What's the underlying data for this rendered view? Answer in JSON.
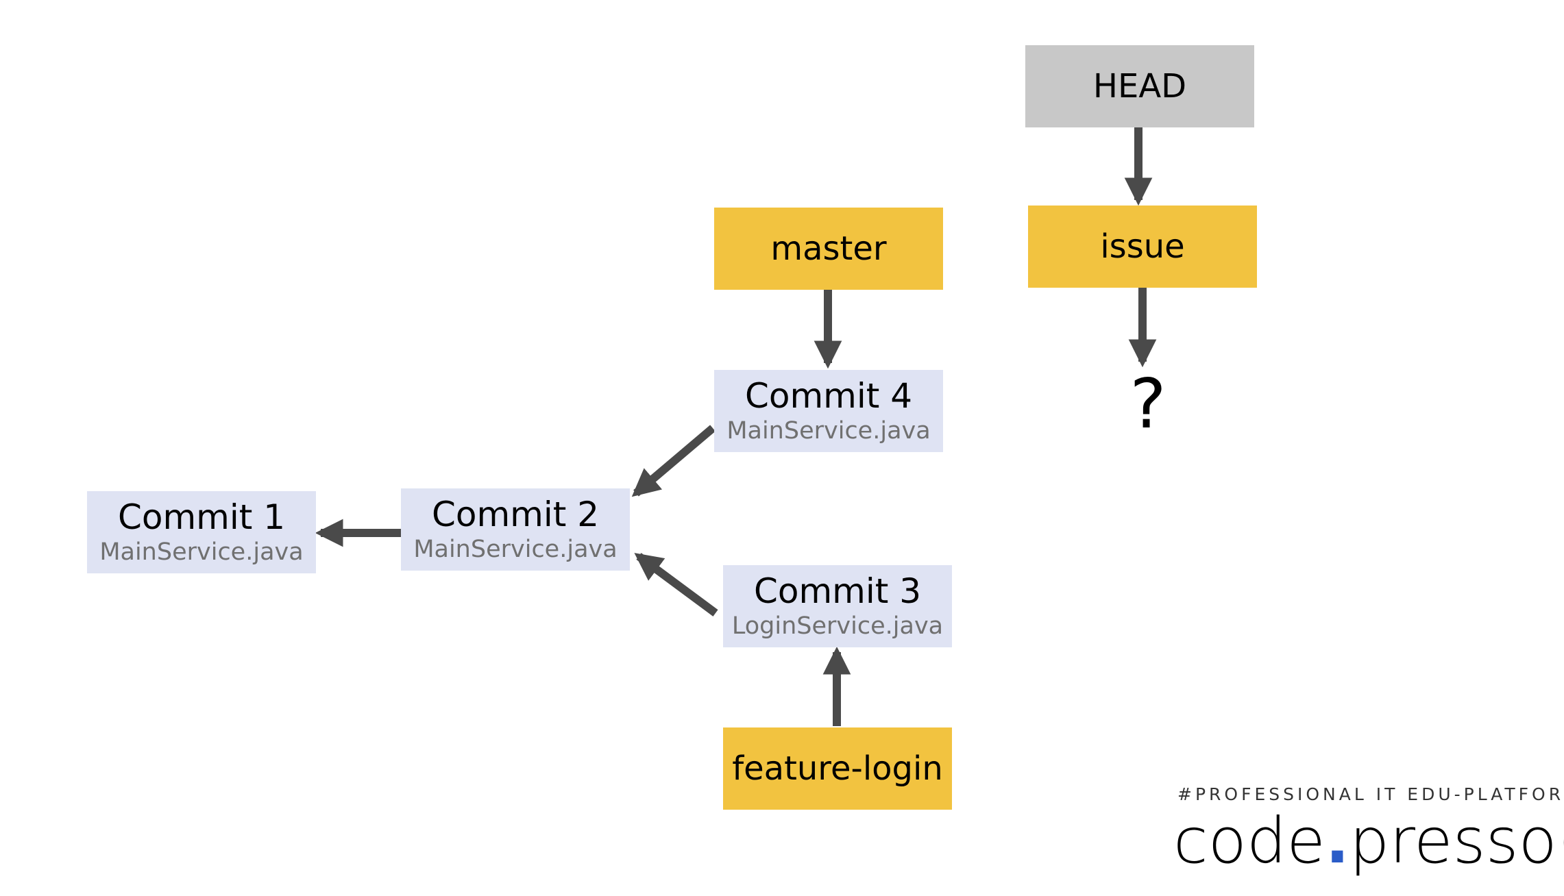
{
  "colors": {
    "commit_fill": "#dfe3f3",
    "branch_fill": "#f2c340",
    "head_fill": "#c8c8c8",
    "arrow": "#4a4a4a",
    "logo_dot": "#2a5cc8"
  },
  "head": {
    "label": "HEAD"
  },
  "branches": {
    "master": "master",
    "issue": "issue",
    "feature_login": "feature-login"
  },
  "commits": {
    "c1": {
      "title": "Commit 1",
      "file": "MainService.java"
    },
    "c2": {
      "title": "Commit 2",
      "file": "MainService.java"
    },
    "c3": {
      "title": "Commit 3",
      "file": "LoginService.java"
    },
    "c4": {
      "title": "Commit 4",
      "file": "MainService.java"
    }
  },
  "unknown_target": "?",
  "brand": {
    "tagline": "#PROFESSIONAL IT EDU-PLATFORM",
    "logo_part1": "code",
    "logo_dot": ".",
    "logo_part2": "presso( )"
  }
}
